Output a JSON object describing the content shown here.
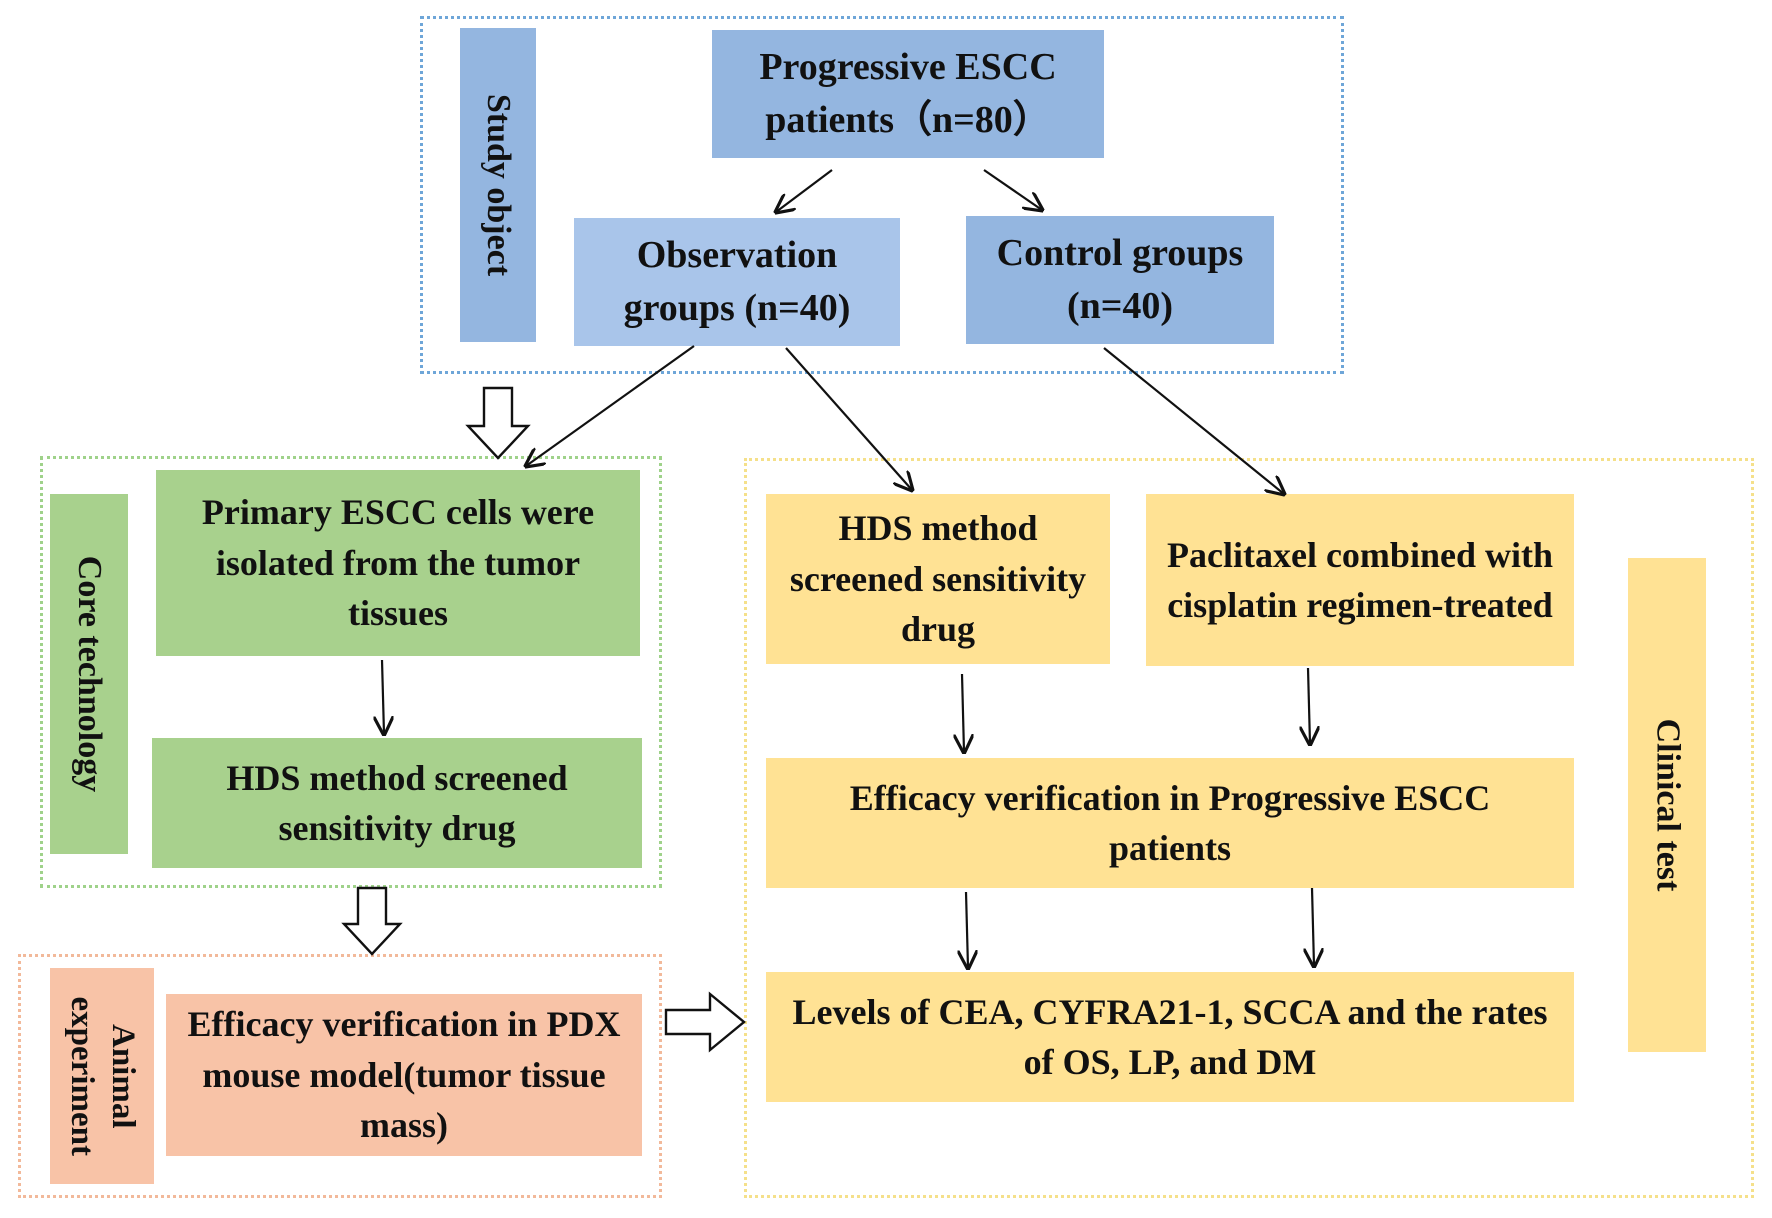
{
  "study": {
    "side_label": "Study   object",
    "patients": "Progressive ESCC patients（n=80）",
    "observation": "Observation groups (n=40)",
    "control": "Control groups (n=40)"
  },
  "core": {
    "side_label": "Core technology",
    "primary_cells": "Primary ESCC cells were isolated from the tumor tissues",
    "hds_screen": "HDS method screened sensitivity drug"
  },
  "animal": {
    "side_label": "Animal experiment",
    "efficacy": "Efficacy  verification in PDX mouse model(tumor tissue mass)"
  },
  "clinical": {
    "side_label": "Clinical test",
    "hds_screen": "HDS method screened sensitivity drug",
    "paclitaxel": "Paclitaxel combined with cisplatin regimen-treated",
    "efficacy": "Efficacy  verification in  Progressive ESCC patients",
    "levels": "Levels of CEA, CYFRA21-1, SCCA and the rates of OS, LP, and DM"
  },
  "colors": {
    "blue": "#94b6e0",
    "green": "#a8d18d",
    "yellow": "#ffe294",
    "salmon": "#f8c3a7"
  }
}
